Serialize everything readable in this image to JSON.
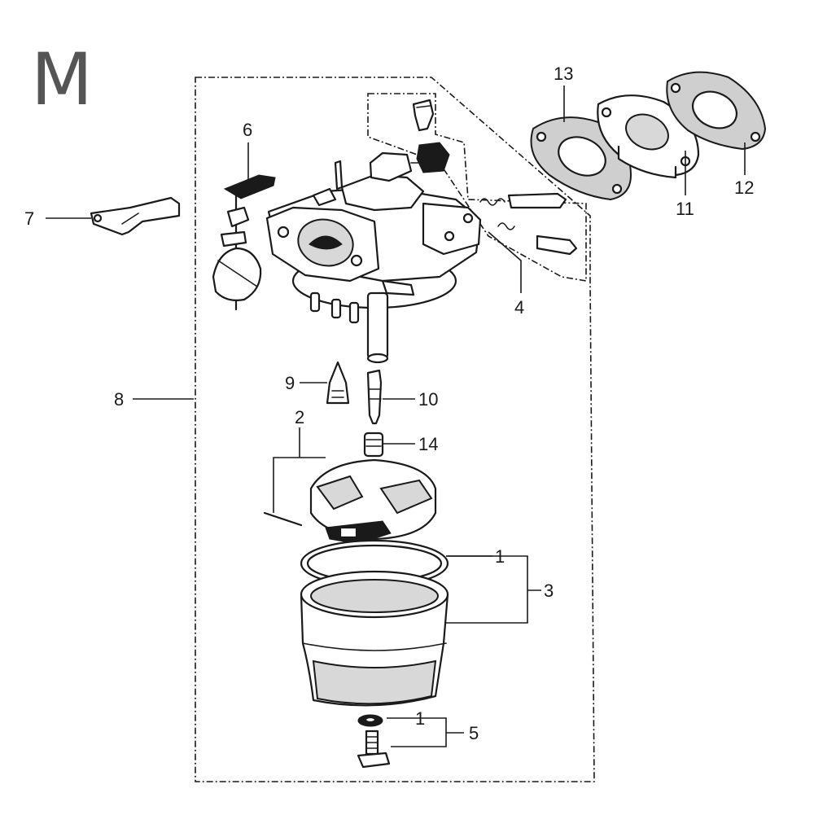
{
  "section_letter": "M",
  "callouts": {
    "c1a": "1",
    "c1b": "1",
    "c2": "2",
    "c3": "3",
    "c4": "4",
    "c5": "5",
    "c6": "6",
    "c7": "7",
    "c8": "8",
    "c9": "9",
    "c10": "10",
    "c11": "11",
    "c12": "12",
    "c13": "13",
    "c14": "14"
  }
}
